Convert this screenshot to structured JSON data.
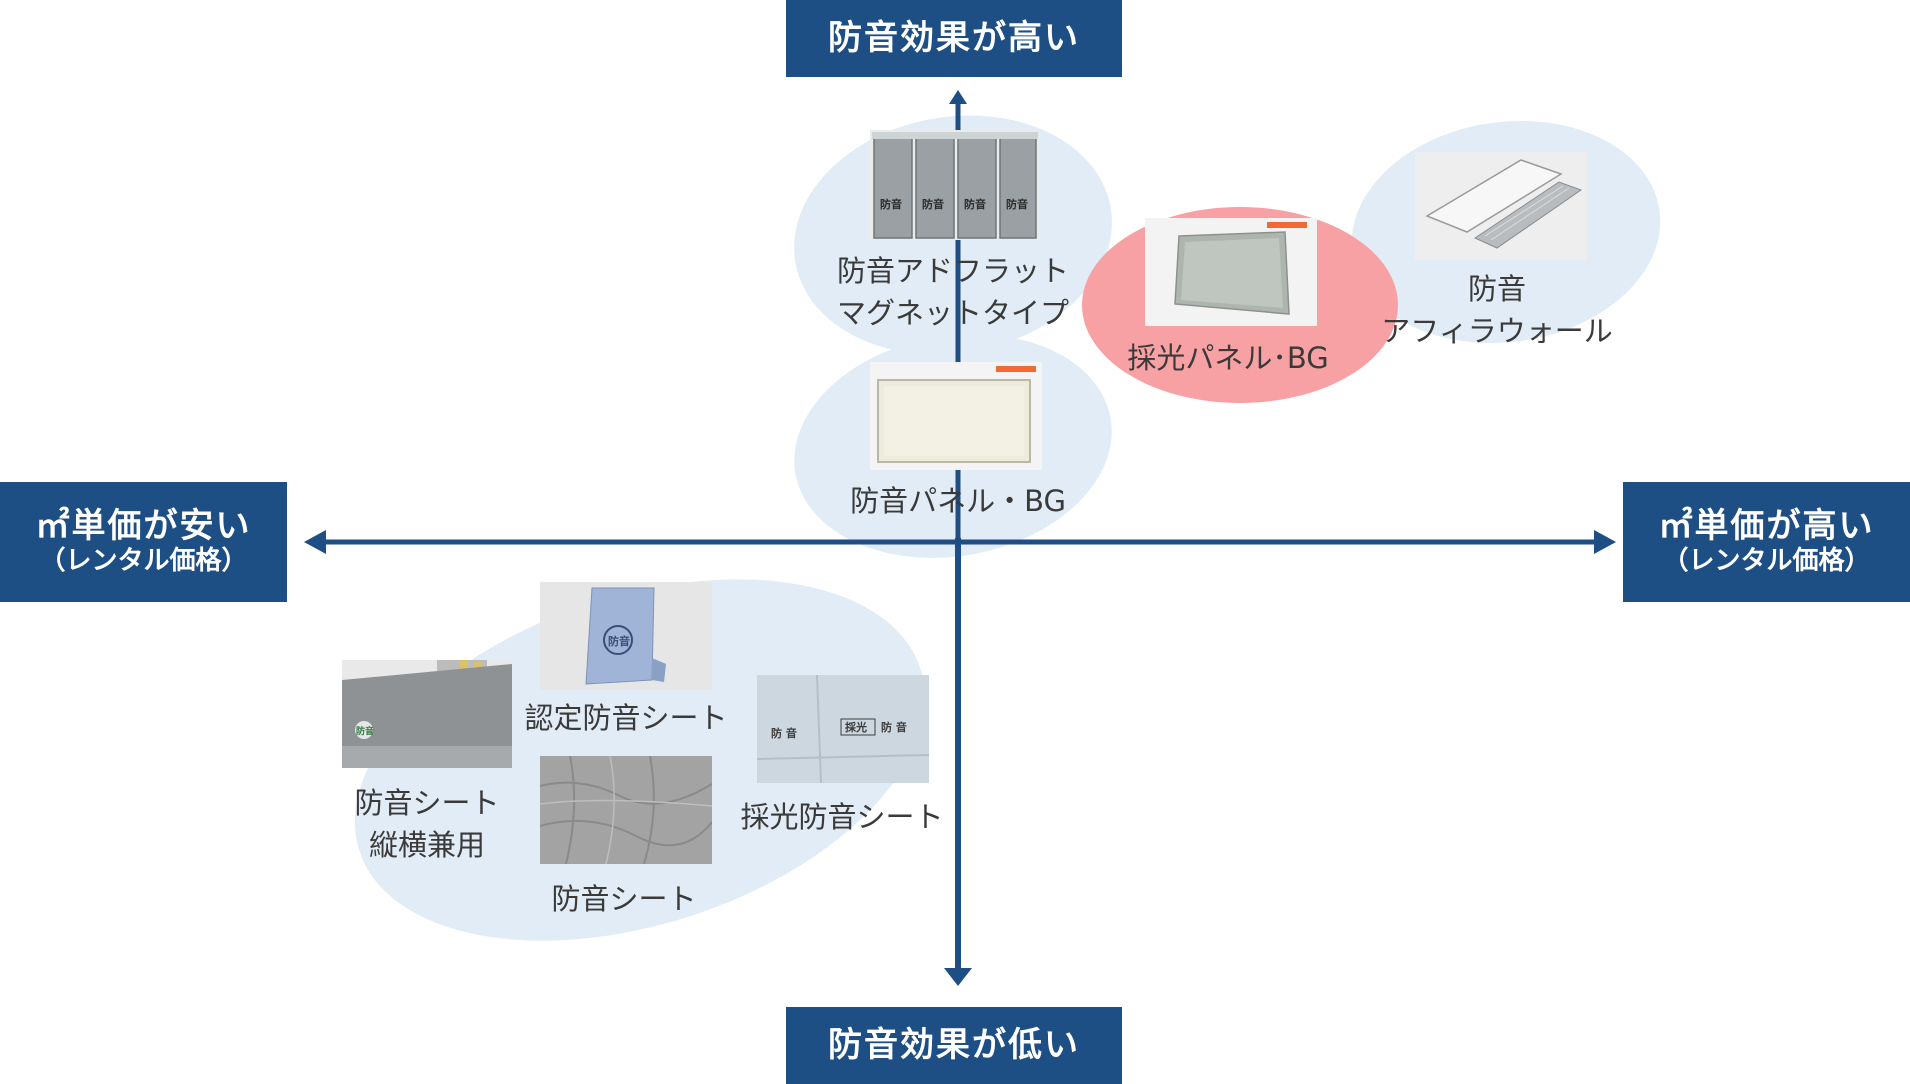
{
  "axes": {
    "top": "防音効果が高い",
    "bottom": "防音効果が低い",
    "left_main": "㎡単価が安い",
    "left_sub": "（レンタル価格）",
    "right_main": "㎡単価が高い",
    "right_sub": "（レンタル価格）"
  },
  "products": {
    "adflat_line1": "防音アドフラット",
    "adflat_line2": "マグネットタイプ",
    "saiko_panel": "採光パネル･BG",
    "affila_line1": "防音",
    "affila_line2": "アフィラウォール",
    "panel_bg": "防音パネル・BG",
    "nintei_sheet": "認定防音シート",
    "sheet_tateyoko_line1": "防音シート",
    "sheet_tateyoko_line2": "縦横兼用",
    "saiko_sheet": "採光防音シート",
    "sheet": "防音シート"
  },
  "image_text": {
    "adflat_panel": "防音",
    "nintei_logo": "防音",
    "saiko_sheet_a": "防 音",
    "saiko_sheet_b": "採光",
    "saiko_sheet_c": "防 音",
    "tateyoko_logo": "防音"
  },
  "colors": {
    "axis_navy": "#1d4e84",
    "bubble_blue": "#e2ecf6",
    "highlight_red": "#f8a1a4"
  }
}
